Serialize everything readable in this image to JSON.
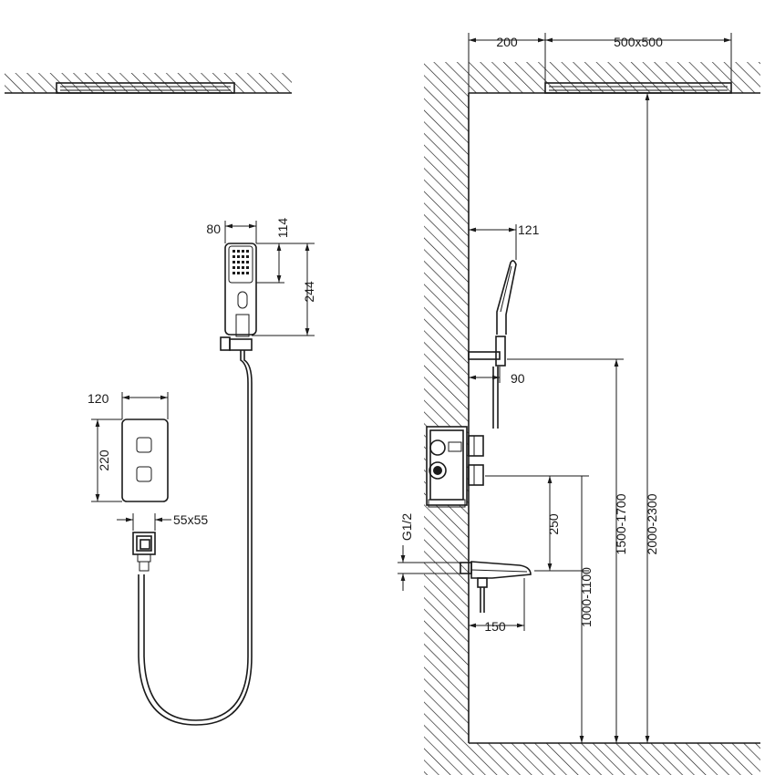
{
  "dimensions": {
    "hand_shower_width": "80",
    "hand_shower_head_height": "114",
    "hand_shower_height": "244",
    "control_panel_width": "120",
    "control_panel_height": "220",
    "outlet_size": "55x55",
    "wall_to_head_offset": "200",
    "overhead_shower_size": "500x500",
    "hand_shower_projection": "121",
    "holder_projection": "90",
    "spout_to_valve": "250",
    "thread_size": "G1/2",
    "spout_projection": "150",
    "spout_height": "1000-1100",
    "holder_height": "1500-1700",
    "head_height": "2000-2300"
  },
  "colors": {
    "line": "#1a1a1a",
    "background": "#ffffff"
  }
}
